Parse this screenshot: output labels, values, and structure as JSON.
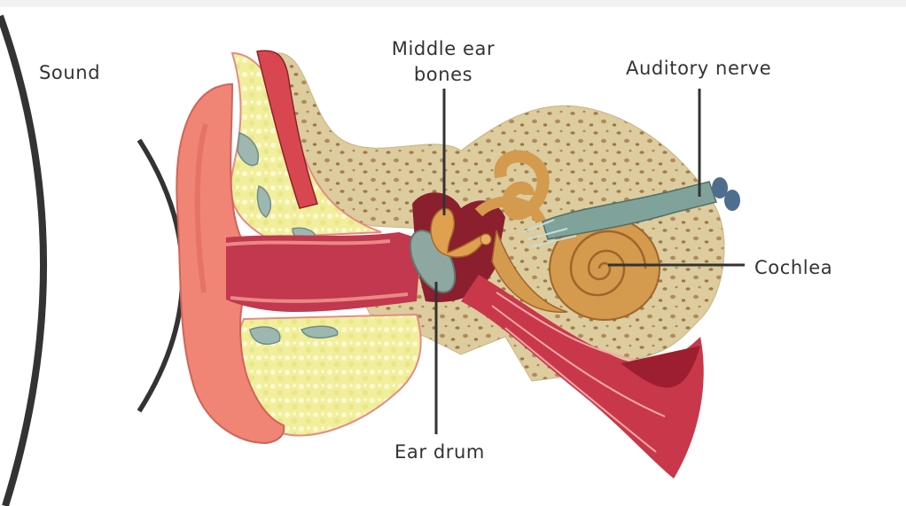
{
  "labels": {
    "sound": "Sound",
    "middle_ear_bones_line1": "Middle ear",
    "middle_ear_bones_line2": "bones",
    "auditory_nerve": "Auditory nerve",
    "cochlea": "Cochlea",
    "ear_drum": "Ear drum"
  },
  "colors": {
    "bone": "#dccc9e",
    "bone_holes": "#b08a5a",
    "skin": "#f08575",
    "canal": "#c2384e",
    "fat": "#f1ef9c",
    "cochlea": "#d49a4e",
    "nerve": "#7fa39b",
    "muscle": "#b8303e",
    "lines": "#333333"
  }
}
